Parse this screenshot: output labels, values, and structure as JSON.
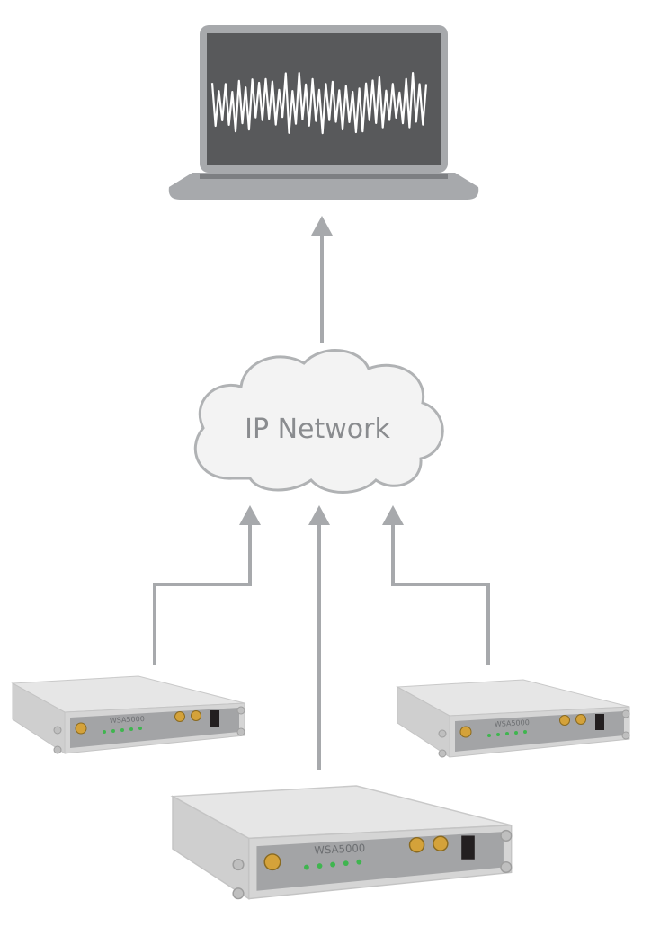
{
  "cloud": {
    "label": "IP Network"
  },
  "devices": [
    {
      "id": "left",
      "label": "WSA5000"
    },
    {
      "id": "right",
      "label": "WSA5000"
    },
    {
      "id": "center",
      "label": "WSA5000"
    }
  ],
  "colors": {
    "device_body": "#dcdcdc",
    "device_top": "#e6e6e6",
    "device_face": "#a3a4a6",
    "connector": "#d4a23a",
    "led": "#3fb54f",
    "arrow": "#a7a9ac",
    "laptop": "#a7a9ac",
    "screen": "#58595b",
    "signal": "#ffffff",
    "cloud_fill": "#f3f3f3",
    "cloud_stroke": "#b0b2b4"
  }
}
